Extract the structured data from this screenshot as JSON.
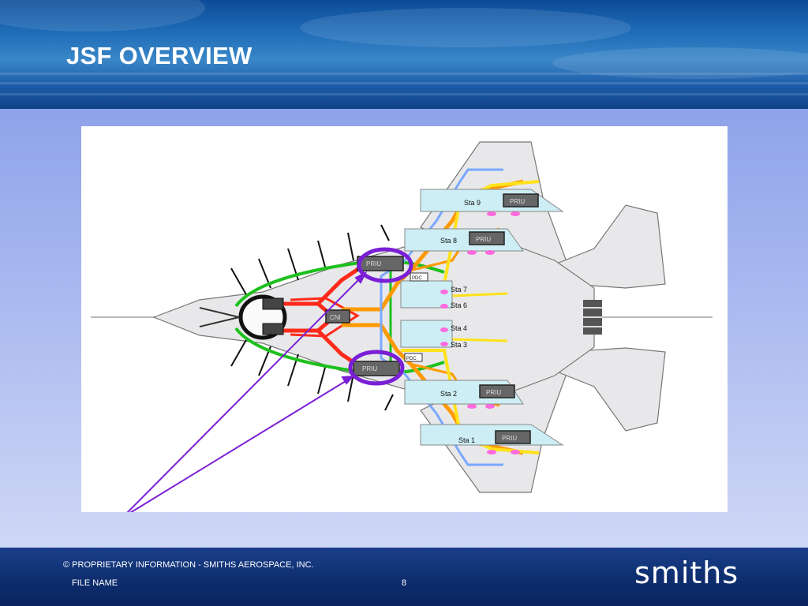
{
  "slide": {
    "title": "JSF OVERVIEW",
    "footer": {
      "copyright": "© PROPRIETARY INFORMATION - SMITHS AEROSPACE, INC.",
      "file_name": "FILE NAME",
      "page_number": "8",
      "logo_text": "smiths"
    }
  },
  "diagram": {
    "station_labels": [
      "Sta 9",
      "Sta 8",
      "Sta 7",
      "Sta 6",
      "Sta 4",
      "Sta 3",
      "Sta 2",
      "Sta 1"
    ],
    "unit_labels": [
      "PRIU",
      "PRIU",
      "PRIU",
      "PRIU",
      "PRIU",
      "PRIU",
      "CNI",
      "PDC",
      "PDC"
    ]
  },
  "colors": {
    "title_text": "#ffffff",
    "highlight_circle": "#7a1fd6",
    "pointer_arrow": "#7a1fd6",
    "aircraft_body": "#e8e8ea",
    "station_pylon": "#cdeef5",
    "wire_red": "#ff2a1a",
    "wire_orange": "#ff9a00",
    "wire_yellow": "#ffe21a",
    "wire_green": "#1ec01e",
    "wire_blue": "#7aa8ff"
  }
}
